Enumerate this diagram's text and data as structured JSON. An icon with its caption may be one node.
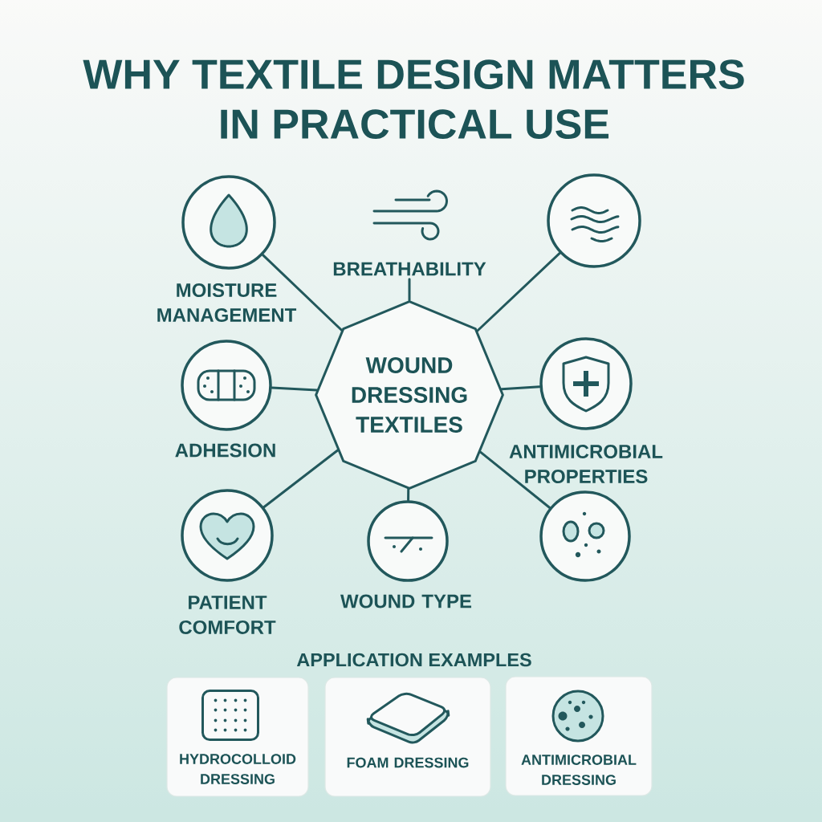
{
  "diagram": {
    "title": "WHY TEXTILE DESIGN MATTERS IN PRACTICAL USE",
    "nodes": [
      {
        "text": [
          "MOISTURE MANAGEMENT"
        ]
      },
      {
        "text": [
          "BREATHABILITY"
        ]
      },
      {
        "text": [],
        "shape": "circle"
      },
      {
        "text": [
          "ADHESION"
        ]
      },
      {
        "text": [
          "WOUND DRESSING TEXTILES"
        ]
      },
      {
        "text": [
          "ANTIMICROBIAL PROPERTIES"
        ]
      },
      {
        "text": [
          "PATIENT COMFORT"
        ]
      },
      {
        "text": [
          "WOUND TYPE"
        ]
      },
      {
        "text": [],
        "shape": "circle"
      },
      {
        "text": [
          "HYDROCOLLOID DRESSING"
        ]
      },
      {
        "text": [
          "FOAM DRESSING"
        ]
      },
      {
        "text": [
          "ANTIMICROBIAL DRESSING"
        ]
      }
    ],
    "edges": [
      {
        "from": 4,
        "to": 0,
        "arrow": "none"
      },
      {
        "from": 4,
        "to": 1,
        "arrow": "none"
      },
      {
        "from": 4,
        "to": 2,
        "arrow": "none"
      },
      {
        "from": 4,
        "to": 3,
        "arrow": "none"
      },
      {
        "from": 4,
        "to": 5,
        "arrow": "none"
      },
      {
        "from": 4,
        "to": 6,
        "arrow": "none"
      },
      {
        "from": 4,
        "to": 7,
        "arrow": "none"
      },
      {
        "from": 4,
        "to": 8,
        "arrow": "none"
      }
    ],
    "labels": [
      "APPLICATION EXAMPLES"
    ]
  }
}
